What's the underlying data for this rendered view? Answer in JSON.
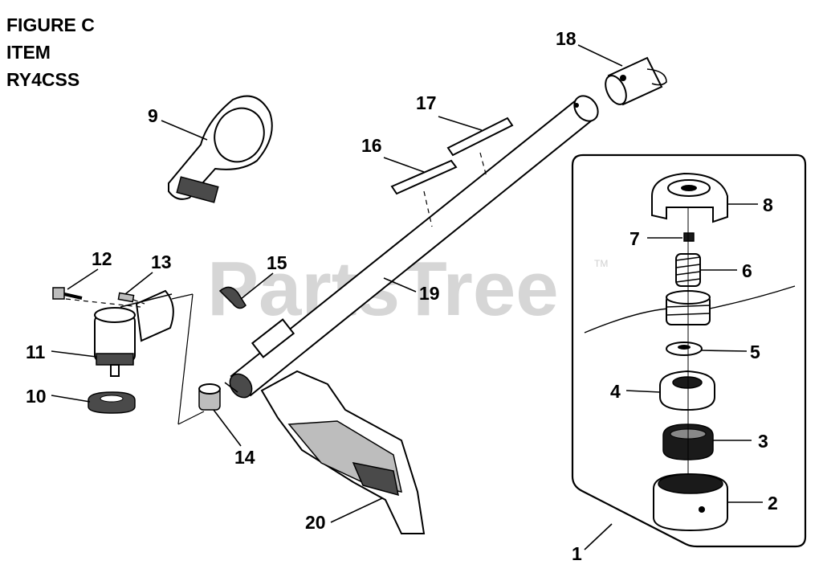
{
  "header": {
    "line1": "FIGURE C",
    "line2": "ITEM",
    "line3": "RY4CSS"
  },
  "watermark": {
    "text": "PartsTree",
    "trademark": "TM"
  },
  "callouts": {
    "n1": "1",
    "n2": "2",
    "n3": "3",
    "n4": "4",
    "n5": "5",
    "n6": "6",
    "n7": "7",
    "n8": "8",
    "n9": "9",
    "n10": "10",
    "n11": "11",
    "n12": "12",
    "n13": "13",
    "n14": "14",
    "n15": "15",
    "n16": "16",
    "n17": "17",
    "n18": "18",
    "n19": "19",
    "n20": "20"
  }
}
